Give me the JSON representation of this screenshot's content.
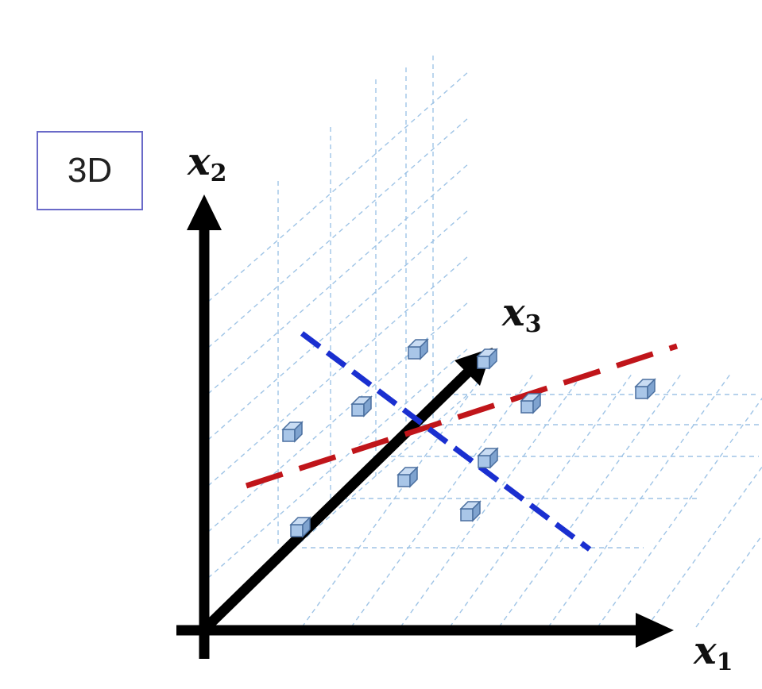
{
  "tag": "3D",
  "axes": {
    "x1": {
      "symbol": "x",
      "subscript": "1"
    },
    "x2": {
      "symbol": "x",
      "subscript": "2"
    },
    "x3": {
      "symbol": "x",
      "subscript": "3"
    }
  },
  "colors": {
    "axis": "#000000",
    "grid": "#9fc4e6",
    "red_line": "#c0151a",
    "blue_line": "#1a2fd0",
    "cube_face": "#a9c6e8",
    "cube_top": "#c9dcf3",
    "cube_side": "#7fa3cf",
    "cube_edge": "#4a6f9f",
    "tag_border": "#6a6ac8"
  },
  "icons": {
    "data_point": "cube-icon"
  }
}
